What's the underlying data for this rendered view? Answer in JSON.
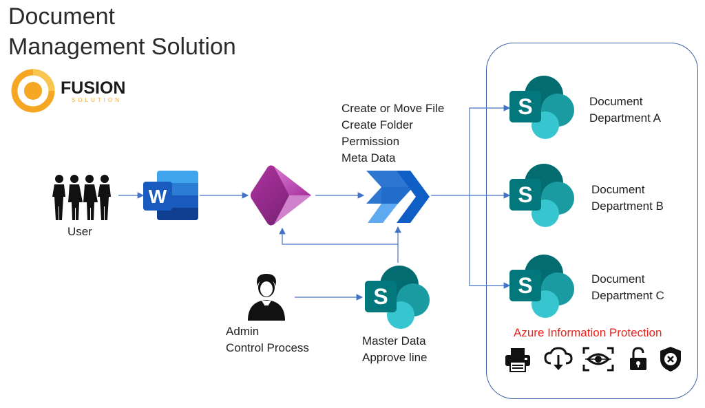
{
  "title": {
    "line1": "Document",
    "line2": "Management Solution"
  },
  "logo": {
    "name": "FUSION",
    "tagline": "SOLUTION"
  },
  "nodes": {
    "user": {
      "label": "User"
    },
    "admin": {
      "line1": "Admin",
      "line2": "Control Process"
    },
    "flow_actions": [
      "Create or Move File",
      "Create Folder",
      "Permission",
      "Meta Data"
    ],
    "master": {
      "line1": "Master Data",
      "line2": "Approve line"
    },
    "departments": [
      {
        "line1": "Document",
        "line2": "Department A"
      },
      {
        "line1": "Document",
        "line2": "Department B"
      },
      {
        "line1": "Document",
        "line2": "Department C"
      }
    ]
  },
  "protection": {
    "title": "Azure Information Protection",
    "icons": [
      "printer-icon",
      "cloud-download-icon",
      "eye-scan-icon",
      "unlock-icon",
      "shield-x-icon"
    ]
  },
  "colors": {
    "accent_red": "#e8211d",
    "arrow": "#4472c4",
    "panel_border": "#3b5ca8",
    "logo_orange": "#f5a623"
  }
}
